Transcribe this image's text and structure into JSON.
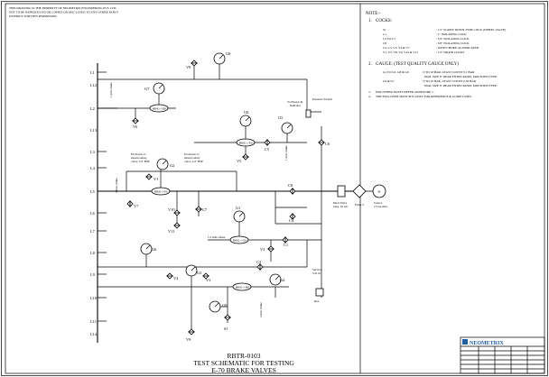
{
  "header_note_lines": [
    "THIS DRAWING IS THE PROPERTY OF NEOMETRIX ENGINEERING PVT. LTD.",
    "NOT TO BE REPRODUCED OR COPIED OR DISCLOSED TO ANY OTHER PARTY",
    "WITHOUT WRITTEN PERMISSION"
  ],
  "notes": {
    "heading": "NOTE:-",
    "items": [
      {
        "num": "1.",
        "text": "COCKS:"
      },
      {
        "num": "2.",
        "text": "GAUGE:  (TEST QUALITY GAUGE ONLY)"
      },
      {
        "num": "3.",
        "text": "FOR OTHER NOTES REFER ANNEXURE 1."
      },
      {
        "num": "4.",
        "text": "THE ENCLOSED SKETCH IS ONLY FOR REFERENCE & GUIDE LINES."
      }
    ],
    "cocks": [
      {
        "tag": "S1",
        "desc": ":  1/2\" SCREW  DOWN TYPE COCK (WHEEL VALVE)"
      },
      {
        "tag": "C1",
        "desc": ":  1\" ISOLATING COCK"
      },
      {
        "tag": "C2 TO C7",
        "desc": ":  3/4\" ISOLATING COCK"
      },
      {
        "tag": "C8",
        "desc": ":  3/8\" ISOLATING COCK"
      },
      {
        "tag": "C2, C3, V3, V4 & V7",
        "desc": ":  WITH CHOKE AS INDICATED"
      },
      {
        "tag": "V1, V5, V8, V9, V10 & V11",
        "desc": ":  1/2\" DRAIN COCKS"
      }
    ],
    "gauges": [
      {
        "tag": "G1 TO G5, G8 & G9",
        "desc": ":  0 TO 16 BAR, LEAST COUNT 0.1 BAR"
      },
      {
        "tag": "",
        "desc": "DIAL SIZE 6\" REAR ENTRY PANEL MOUNTED TYPE."
      },
      {
        "tag": "G5 & G7",
        "desc": ":  0 TO 10 BAR, LEAST COUNT 0.05 BAR"
      },
      {
        "tag": "",
        "desc": "DIAL SIZE 6\" REAR ENTRY PANEL MOUNTED TYPE."
      }
    ]
  },
  "drawing_title": {
    "number": "RBTR-0103",
    "line1": "TEST SCHEMATIC FOR TESTING",
    "line2": "E-70 BRAKE VALVES"
  },
  "title_block": {
    "brand": "NEOMETRIX",
    "colors": {
      "brand": "#1f5fa8"
    }
  },
  "components": {
    "gauges": [
      "G1",
      "G2",
      "G3",
      "G4",
      "G5",
      "G6",
      "G7",
      "G8",
      "G9"
    ],
    "drain_cocks": [
      "V1",
      "V2",
      "V3",
      "V4",
      "V5",
      "V6",
      "V7",
      "V8",
      "V9",
      "V10",
      "V11"
    ],
    "isolating_cocks": [
      "C1",
      "C2",
      "C3",
      "C4",
      "C5",
      "C6",
      "C7",
      "C8"
    ],
    "screw_cock": "S1",
    "line_labels": [
      "L1",
      "L2",
      "L3",
      "L4",
      "L5",
      "L6",
      "L7",
      "L8",
      "L9",
      "L10",
      "L11",
      "L12",
      "L13",
      "L14"
    ],
    "brake_valves": [
      "BRK-1-D0",
      "BRK-1-E0",
      "BRK-1-F0",
      "BRK-1-G0",
      "BRK-1-H0"
    ],
    "labels": {
      "pressure_switch": "Pressure Switch",
      "to_hooter": "To Hooter &",
      "indicator": "Indicator",
      "dual_valve": "Dual Valve",
      "dual_valve_sub": "Setg. 16 bar",
      "filter": "Filter 5",
      "source": "Source",
      "source_sub": "15 bar min.",
      "gauge_s": "S",
      "prov_a1": "Provision to",
      "prov_a2": "mount safety",
      "prov_a3": "valve 1/4\" BSP",
      "prov_b1": "Provision to",
      "prov_b2": "mount safety",
      "prov_b3": "valve 1/4\" BSP",
      "reservoir": "Res.",
      "service": "Service",
      "service_sub": "5 ltr fn",
      "choke_1": "1 mm choke",
      "choke_2": "2 mm choke",
      "choke_3": "1.5 mm choke"
    }
  }
}
